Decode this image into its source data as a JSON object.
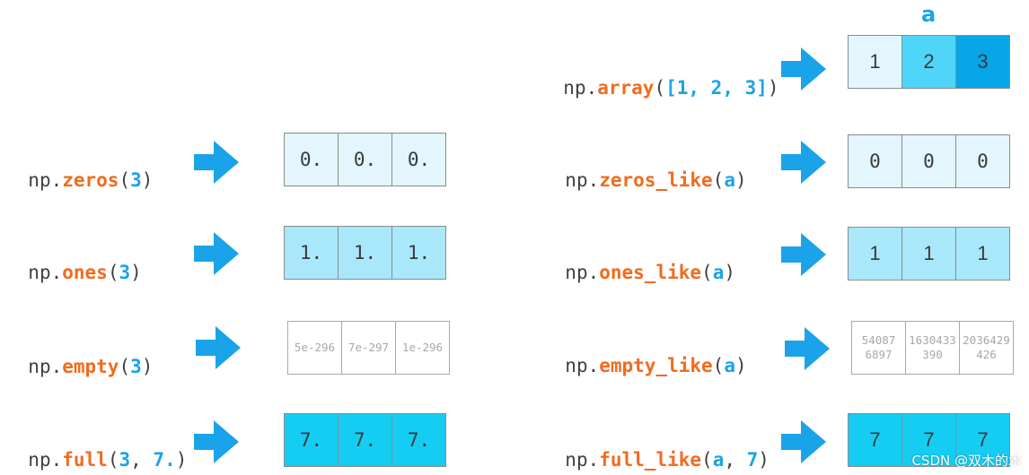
{
  "header": {
    "array_label": "a"
  },
  "colors": {
    "fn": "#f26b1d",
    "arg": "#1aa3e8",
    "arrow": "#1aa3e8",
    "very_light": "#e3f6fd",
    "light": "#a9e8fb",
    "medium": "#4fd5f8",
    "dark": "#06a6e8",
    "cyan": "#15cdf3"
  },
  "icons": {
    "arrow": "right-arrow-icon"
  },
  "left": {
    "zeros": {
      "np": "np.",
      "fn": "zeros",
      "open": "(",
      "args": [
        "3"
      ],
      "close": ")",
      "cells": [
        "0.",
        "0.",
        "0."
      ]
    },
    "ones": {
      "np": "np.",
      "fn": "ones",
      "open": "(",
      "args": [
        "3"
      ],
      "close": ")",
      "cells": [
        "1.",
        "1.",
        "1."
      ]
    },
    "empty": {
      "np": "np.",
      "fn": "empty",
      "open": "(",
      "args": [
        "3"
      ],
      "close": ")",
      "cells": [
        "5e-296",
        "7e-297",
        "1e-296"
      ]
    },
    "full": {
      "np": "np.",
      "fn": "full",
      "open": "(",
      "args": [
        "3",
        ", ",
        "7."
      ],
      "close": ")",
      "cells": [
        "7.",
        "7.",
        "7."
      ]
    }
  },
  "right": {
    "array": {
      "np": "np.",
      "fn": "array",
      "open": "(",
      "args": [
        "[1, 2, 3]"
      ],
      "close": ")",
      "cells": [
        "1",
        "2",
        "3"
      ]
    },
    "zeros_like": {
      "np": "np.",
      "fn": "zeros_like",
      "open": "(",
      "args": [
        "a"
      ],
      "close": ")",
      "cells": [
        "0",
        "0",
        "0"
      ]
    },
    "ones_like": {
      "np": "np.",
      "fn": "ones_like",
      "open": "(",
      "args": [
        "a"
      ],
      "close": ")",
      "cells": [
        "1",
        "1",
        "1"
      ]
    },
    "empty_like": {
      "np": "np.",
      "fn": "empty_like",
      "open": "(",
      "args": [
        "a"
      ],
      "close": ")",
      "cells": [
        [
          "54087",
          "6897"
        ],
        [
          "1630433",
          "390"
        ],
        [
          "2036429",
          "426"
        ]
      ]
    },
    "full_like": {
      "np": "np.",
      "fn": "full_like",
      "open": "(",
      "args": [
        "a",
        ", ",
        "7"
      ],
      "close": ")",
      "cells": [
        "7",
        "7",
        "7"
      ]
    }
  },
  "watermark": "CSDN @双木的木"
}
